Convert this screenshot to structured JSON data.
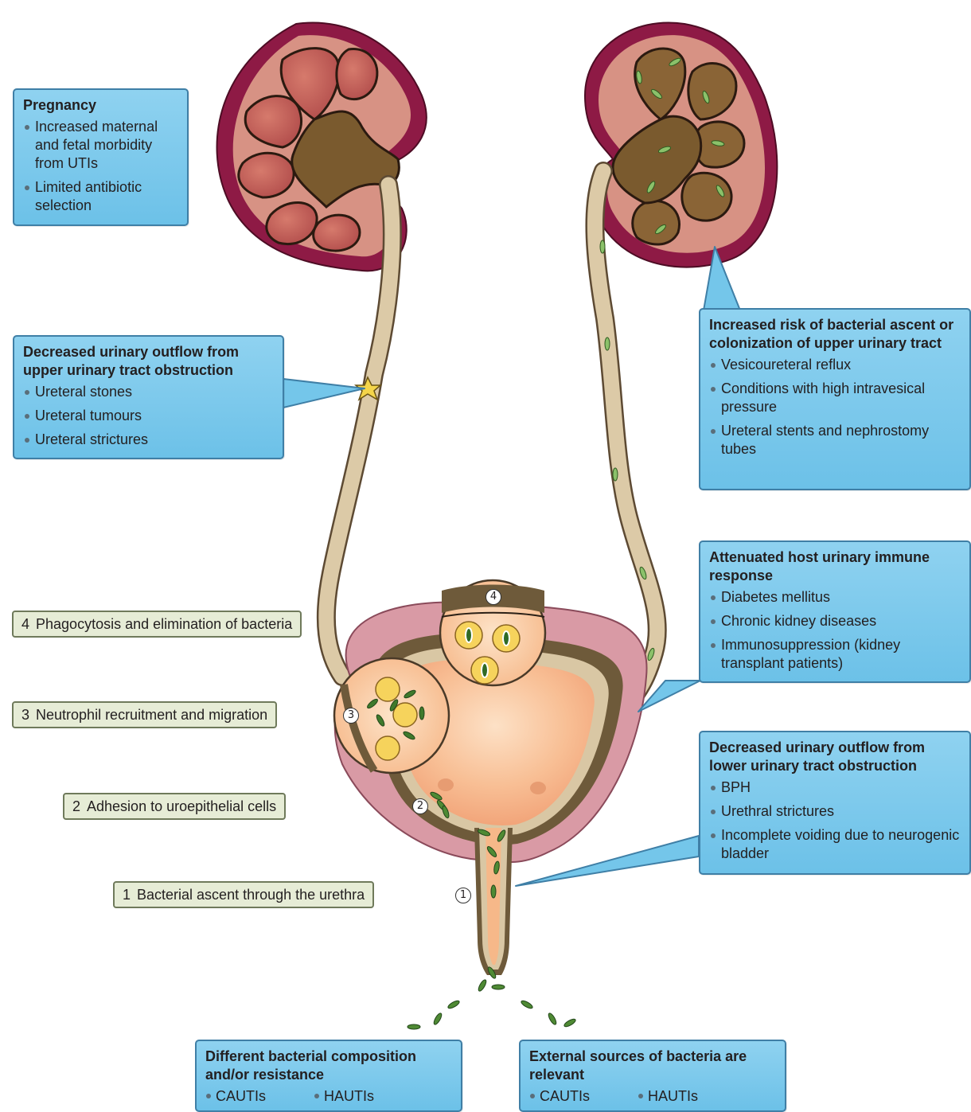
{
  "info_boxes": {
    "pregnancy": {
      "title": "Pregnancy",
      "items": [
        "Increased maternal and fetal morbidity from UTIs",
        "Limited antibiotic selection"
      ]
    },
    "upper_obstruction": {
      "title": "Decreased urinary outflow from upper urinary tract obstruction",
      "items": [
        "Ureteral stones",
        "Ureteral tumours",
        "Ureteral strictures"
      ]
    },
    "bacterial_ascent": {
      "title": "Increased risk of bacterial ascent or colonization of upper urinary tract",
      "items": [
        "Vesicoureteral reflux",
        "Conditions with high intravesical pressure",
        "Ureteral stents and nephrostomy tubes"
      ]
    },
    "immune_response": {
      "title": "Attenuated host urinary immune response",
      "items": [
        "Diabetes mellitus",
        "Chronic kidney diseases",
        "Immunosuppression (kidney transplant patients)"
      ]
    },
    "lower_obstruction": {
      "title": "Decreased urinary outflow from lower urinary tract obstruction",
      "items": [
        "BPH",
        "Urethral strictures",
        "Incomplete voiding due to neurogenic bladder"
      ]
    },
    "composition": {
      "title": "Different bacterial composition and/or resistance",
      "items": [
        "CAUTIs",
        "HAUTIs"
      ]
    },
    "external_sources": {
      "title": "External sources of bacteria are relevant",
      "items": [
        "CAUTIs",
        "HAUTIs"
      ]
    }
  },
  "steps": [
    {
      "number": "4",
      "label": "Phagocytosis and elimination of bacteria"
    },
    {
      "number": "3",
      "label": "Neutrophil recruitment and migration"
    },
    {
      "number": "2",
      "label": "Adhesion to uroepithelial cells"
    },
    {
      "number": "1",
      "label": "Bacterial ascent through the urethra"
    }
  ],
  "markers": {
    "one": "1",
    "two": "2",
    "three": "3",
    "four": "4"
  },
  "colors": {
    "info_box": "#74c6ea",
    "info_border": "#3f7fa6",
    "step_box": "#e6ecd6",
    "kidney_cortex": "#8e1a45",
    "kidney_medulla": "#c7635d",
    "renal_pelvis": "#7a5a2e",
    "ureter": "#d9c7a4",
    "bladder_wall": "#d99aa5",
    "bladder_lumen": "#f7b98c",
    "bacteria": "#3f7a2c",
    "neutrophil": "#f6d35c"
  }
}
